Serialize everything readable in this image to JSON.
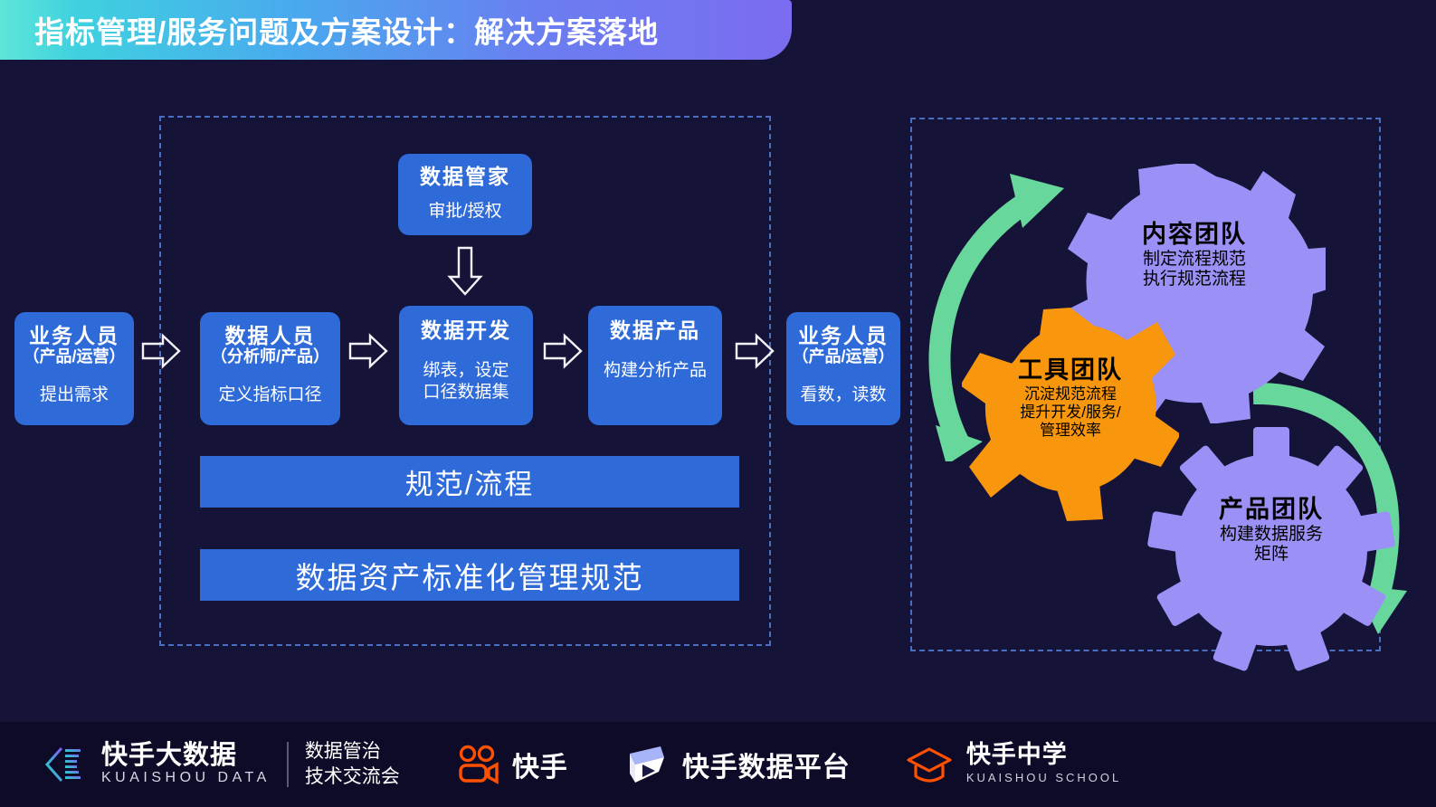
{
  "title": {
    "text": "指标管理/服务问题及方案设计：解决方案落地"
  },
  "colors": {
    "background": "#151338",
    "box_blue": "#2e6ad8",
    "gear_orange": "#f8960d",
    "gear_purple": "#9a90f5",
    "arrow_green": "#68d79b",
    "dashed_border": "#4a6fc2",
    "title_gradient_start": "#5de6d8",
    "title_gradient_end": "#7b6cf0"
  },
  "flow": {
    "boxes": [
      {
        "title": "业务人员",
        "sub": "（产品/运营）",
        "desc": "提出需求"
      },
      {
        "title": "数据人员",
        "sub": "（分析师/产品）",
        "desc": "定义指标口径"
      },
      {
        "title": "数据管家",
        "sub": "",
        "desc": "审批/授权"
      },
      {
        "title": "数据开发",
        "sub": "",
        "desc": "绑表，设定\n口径数据集"
      },
      {
        "title": "数据产品",
        "sub": "",
        "desc": "构建分析产品"
      },
      {
        "title": "业务人员",
        "sub": "（产品/运营）",
        "desc": "看数，读数"
      }
    ],
    "boxes_flat": {
      "biz_left_title": "业务人员",
      "biz_left_sub": "（产品/运营）",
      "biz_left_desc": "提出需求",
      "data_ppl_title": "数据人员",
      "data_ppl_sub": "（分析师/产品）",
      "data_ppl_desc": "定义指标口径",
      "steward_title": "数据管家",
      "steward_desc": "审批/授权",
      "data_dev_title": "数据开发",
      "data_dev_desc1": "绑表，设定",
      "data_dev_desc2": "口径数据集",
      "data_prod_title": "数据产品",
      "data_prod_desc": "构建分析产品",
      "biz_right_title": "业务人员",
      "biz_right_sub": "（产品/运营）",
      "biz_right_desc": "看数，读数"
    },
    "bars": {
      "process": "规范/流程",
      "spec": "数据资产标准化管理规范"
    },
    "arrow_icon_name": "right-arrow-outline",
    "down_arrow_icon_name": "down-arrow-outline"
  },
  "gears": {
    "content_team": {
      "title": "内容团队",
      "line1": "制定流程规范",
      "line2": "执行规范流程",
      "color": "#9a90f5"
    },
    "tool_team": {
      "title": "工具团队",
      "line1": "沉淀规范流程",
      "line2": "提升开发/服务/",
      "line3": "管理效率",
      "color": "#f8960d"
    },
    "product_team": {
      "title": "产品团队",
      "line1": "构建数据服务",
      "line2": "矩阵",
      "color": "#9a90f5"
    }
  },
  "footer": {
    "kuaishou_data": {
      "cn": "快手大数据",
      "en": "KUAISHOU DATA",
      "sub_line1": "数据管治",
      "sub_line2": "技术交流会",
      "logo_icon_name": "kuaishou-data-logo-icon"
    },
    "kuaishou": {
      "cn": "快手",
      "logo_icon_name": "kuaishou-logo-icon"
    },
    "kuaishou_data_platform": {
      "cn": "快手数据平台",
      "logo_icon_name": "kuaishou-data-platform-logo-icon"
    },
    "kuaishou_school": {
      "cn": "快手中学",
      "en": "KUAISHOU SCHOOL",
      "logo_icon_name": "graduation-cap-icon"
    }
  }
}
